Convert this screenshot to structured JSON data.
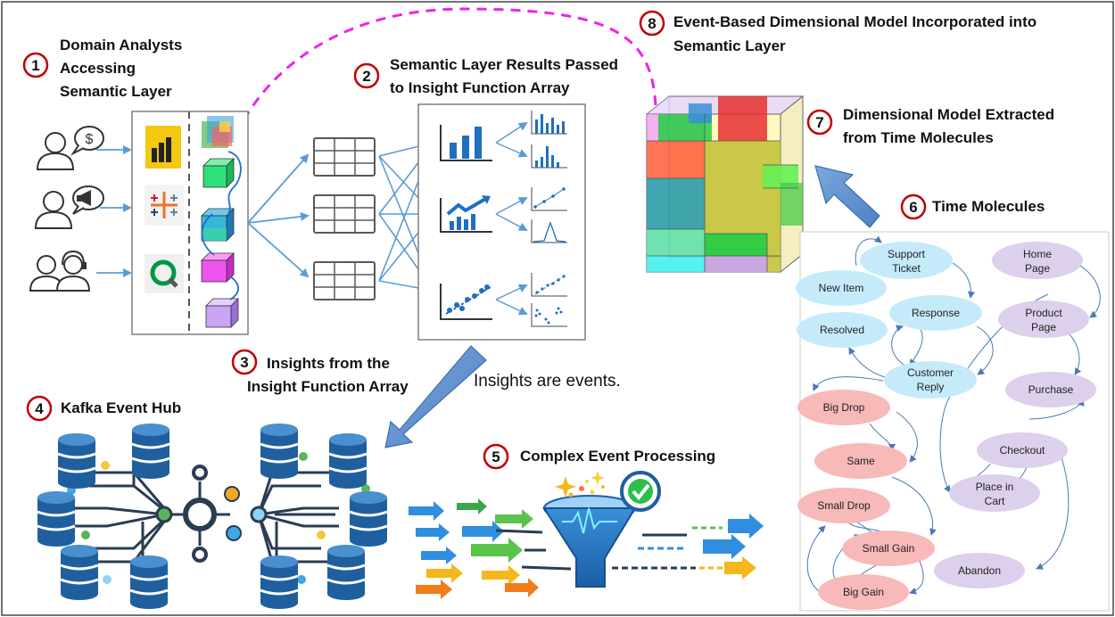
{
  "steps": [
    {
      "num": "1",
      "lines": [
        "Domain Analysts",
        "Accessing",
        "Semantic Layer"
      ]
    },
    {
      "num": "2",
      "lines": [
        "Semantic Layer Results Passed",
        "to Insight Function Array"
      ]
    },
    {
      "num": "3",
      "lines": [
        "Insights from the",
        "Insight Function Array"
      ]
    },
    {
      "num": "4",
      "lines": [
        "Kafka Event Hub"
      ]
    },
    {
      "num": "5",
      "lines": [
        "Complex Event Processing"
      ]
    },
    {
      "num": "6",
      "lines": [
        "Time Molecules"
      ]
    },
    {
      "num": "7",
      "lines": [
        "Dimensional Model Extracted",
        "from Time Molecules"
      ]
    },
    {
      "num": "8",
      "lines": [
        "Event-Based Dimensional Model Incorporated into",
        "Semantic Layer"
      ]
    }
  ],
  "note": "Insights are events.",
  "analyst_icons": [
    "dollar-speech-icon",
    "megaphone-speech-icon",
    "headset-group-icon"
  ],
  "tool_icons": [
    "power-bi-icon",
    "tableau-icon",
    "qlik-icon"
  ],
  "molecules": {
    "blue": [
      {
        "lines": [
          "Support",
          "Ticket"
        ]
      },
      {
        "lines": [
          "New Item"
        ]
      },
      {
        "lines": [
          "Response"
        ]
      },
      {
        "lines": [
          "Resolved"
        ]
      },
      {
        "lines": [
          "Customer",
          "Reply"
        ]
      }
    ],
    "red": [
      {
        "lines": [
          "Big Drop"
        ]
      },
      {
        "lines": [
          "Same"
        ]
      },
      {
        "lines": [
          "Small Drop"
        ]
      },
      {
        "lines": [
          "Small Gain"
        ]
      },
      {
        "lines": [
          "Big Gain"
        ]
      }
    ],
    "purple": [
      {
        "lines": [
          "Home",
          "Page"
        ]
      },
      {
        "lines": [
          "Product",
          "Page"
        ]
      },
      {
        "lines": [
          "Purchase"
        ]
      },
      {
        "lines": [
          "Checkout"
        ]
      },
      {
        "lines": [
          "Place in",
          "Cart"
        ]
      },
      {
        "lines": [
          "Abandon"
        ]
      }
    ]
  },
  "colors": {
    "badge_ring": "#c00000",
    "dashed_arrow": "#ee22ee",
    "flow_arrow": "#5b9bd5",
    "big_arrow": "#5b8fd0",
    "blue_node": "#c5ebfb",
    "red_node": "#f8b9b9",
    "purple_node": "#ddd0ec",
    "db_blue": "#1f5f9e",
    "bar_blue": "#1f6fc0"
  }
}
